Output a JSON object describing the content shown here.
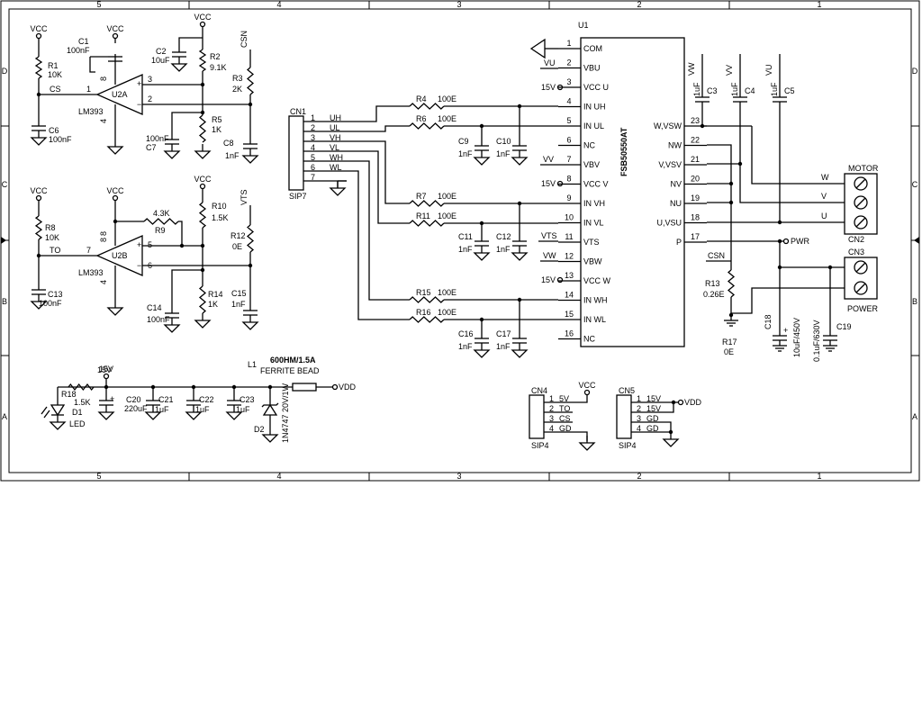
{
  "frame": {
    "columns": [
      "5",
      "4",
      "3",
      "2",
      "1"
    ],
    "rows": [
      "D",
      "C",
      "B",
      "A"
    ]
  },
  "power_nets": {
    "vcc": "VCC",
    "vdd": "VDD",
    "v15": "15V",
    "v5": "5V"
  },
  "u1": {
    "ref": "U1",
    "part": "FSB50550AT",
    "left_pins": [
      {
        "num": "1",
        "name": "COM"
      },
      {
        "num": "2",
        "name": "VBU"
      },
      {
        "num": "3",
        "name": "VCC U"
      },
      {
        "num": "4",
        "name": "IN UH"
      },
      {
        "num": "5",
        "name": "IN UL"
      },
      {
        "num": "6",
        "name": "NC"
      },
      {
        "num": "7",
        "name": "VBV"
      },
      {
        "num": "8",
        "name": "VCC V"
      },
      {
        "num": "9",
        "name": "IN VH"
      },
      {
        "num": "10",
        "name": "IN VL"
      },
      {
        "num": "11",
        "name": "VTS"
      },
      {
        "num": "12",
        "name": "VBW"
      },
      {
        "num": "13",
        "name": "VCC W"
      },
      {
        "num": "14",
        "name": "IN WH"
      },
      {
        "num": "15",
        "name": "IN WL"
      },
      {
        "num": "16",
        "name": "NC"
      }
    ],
    "right_pins": [
      {
        "num": "23",
        "name": "W,VSW"
      },
      {
        "num": "22",
        "name": "NW"
      },
      {
        "num": "21",
        "name": "V,VSV"
      },
      {
        "num": "20",
        "name": "NV"
      },
      {
        "num": "19",
        "name": "NU"
      },
      {
        "num": "18",
        "name": "U,VSU"
      },
      {
        "num": "17",
        "name": "P"
      }
    ],
    "pin_nets": {
      "vbu": "VU",
      "vbv": "VV",
      "vbw": "VW",
      "vts": "VTS"
    }
  },
  "cn1": {
    "ref": "CN1",
    "type": "SIP7",
    "pins": [
      {
        "num": "1",
        "sig": "UH"
      },
      {
        "num": "2",
        "sig": "UL"
      },
      {
        "num": "3",
        "sig": "VH"
      },
      {
        "num": "4",
        "sig": "VL"
      },
      {
        "num": "5",
        "sig": "WH"
      },
      {
        "num": "6",
        "sig": "WL"
      },
      {
        "num": "7",
        "sig": ""
      }
    ]
  },
  "gate_res": [
    {
      "ref": "R4",
      "val": "100E"
    },
    {
      "ref": "R6",
      "val": "100E"
    },
    {
      "ref": "R7",
      "val": "100E"
    },
    {
      "ref": "R11",
      "val": "100E"
    },
    {
      "ref": "R15",
      "val": "100E"
    },
    {
      "ref": "R16",
      "val": "100E"
    }
  ],
  "gate_caps": [
    {
      "ref": "C9",
      "val": "1nF"
    },
    {
      "ref": "C10",
      "val": "1nF"
    },
    {
      "ref": "C11",
      "val": "1nF"
    },
    {
      "ref": "C12",
      "val": "1nF"
    },
    {
      "ref": "C16",
      "val": "1nF"
    },
    {
      "ref": "C17",
      "val": "1nF"
    }
  ],
  "boot_caps": [
    {
      "ref": "C3",
      "val": "1uF",
      "net": "VW"
    },
    {
      "ref": "C4",
      "val": "1uF",
      "net": "VV"
    },
    {
      "ref": "C5",
      "val": "1uF",
      "net": "VU"
    }
  ],
  "u2a": {
    "ref": "U2A",
    "part": "LM393",
    "out_net": "CS",
    "in_net": "CSN",
    "pin_out": "1",
    "pin_a": "3",
    "pin_b": "2",
    "pin_vcc": "8",
    "pin_gnd": "4",
    "r1": {
      "ref": "R1",
      "val": "10K"
    },
    "r2": {
      "ref": "R2",
      "val": "9.1K"
    },
    "r3": {
      "ref": "R3",
      "val": "2K"
    },
    "r5": {
      "ref": "R5",
      "val": "1K"
    },
    "c1": {
      "ref": "C1",
      "val": "100nF"
    },
    "c2": {
      "ref": "C2",
      "val": "10uF"
    },
    "c6": {
      "ref": "C6",
      "val": "100nF"
    },
    "c7": {
      "ref": "C7",
      "val": "100nF"
    },
    "c8": {
      "ref": "C8",
      "val": "1nF"
    }
  },
  "u2b": {
    "ref": "U2B",
    "part": "LM393",
    "out_net": "TO",
    "in_net": "VTS",
    "pin_out": "7",
    "pin_a": "5",
    "pin_b": "6",
    "pin_vcc": "8",
    "pin_gnd": "4",
    "r8": {
      "ref": "R8",
      "val": "10K"
    },
    "r9": {
      "ref": "R9",
      "val": "4.3K"
    },
    "r10": {
      "ref": "R10",
      "val": "1.5K"
    },
    "r12": {
      "ref": "R12",
      "val": "0E"
    },
    "r14": {
      "ref": "R14",
      "val": "1K"
    },
    "c13": {
      "ref": "C13",
      "val": "100nF"
    },
    "c14": {
      "ref": "C14",
      "val": "100nF"
    },
    "c15": {
      "ref": "C15",
      "val": "1nF"
    }
  },
  "power_stage": {
    "r13": {
      "ref": "R13",
      "val": "0.26E"
    },
    "r17": {
      "ref": "R17",
      "val": "0E"
    },
    "c18": {
      "ref": "C18",
      "val": "10uF/450V"
    },
    "c19": {
      "ref": "C19",
      "val": "0.1uF/630V"
    },
    "csn": "CSN",
    "pwr": "PWR",
    "motor": {
      "ref": "CN2",
      "title": "MOTOR",
      "pins": [
        "W",
        "V",
        "U"
      ]
    },
    "power": {
      "ref": "CN3",
      "title": "POWER"
    }
  },
  "supply": {
    "r18": {
      "ref": "R18",
      "val": "1.5K"
    },
    "d1": {
      "ref": "D1",
      "val": "LED"
    },
    "c20": {
      "ref": "C20",
      "val": "220uF"
    },
    "c21": {
      "ref": "C21",
      "val": "1uF"
    },
    "c22": {
      "ref": "C22",
      "val": "1uF"
    },
    "c23": {
      "ref": "C23",
      "val": "1uF"
    },
    "l1": {
      "ref": "L1",
      "val": "600HM/1.5A",
      "desc": "FERRITE BEAD"
    },
    "d2": {
      "ref": "D2",
      "val": "1N4747 20V/1W"
    }
  },
  "cn4": {
    "ref": "CN4",
    "type": "SIP4",
    "pins": [
      {
        "num": "1",
        "sig": "5V"
      },
      {
        "num": "2",
        "sig": "TO"
      },
      {
        "num": "3",
        "sig": "CS"
      },
      {
        "num": "4",
        "sig": "GD"
      }
    ]
  },
  "cn5": {
    "ref": "CN5",
    "type": "SIP4",
    "pins": [
      {
        "num": "1",
        "sig": "15V"
      },
      {
        "num": "2",
        "sig": "15V"
      },
      {
        "num": "3",
        "sig": "GD"
      },
      {
        "num": "4",
        "sig": "GD"
      }
    ]
  }
}
